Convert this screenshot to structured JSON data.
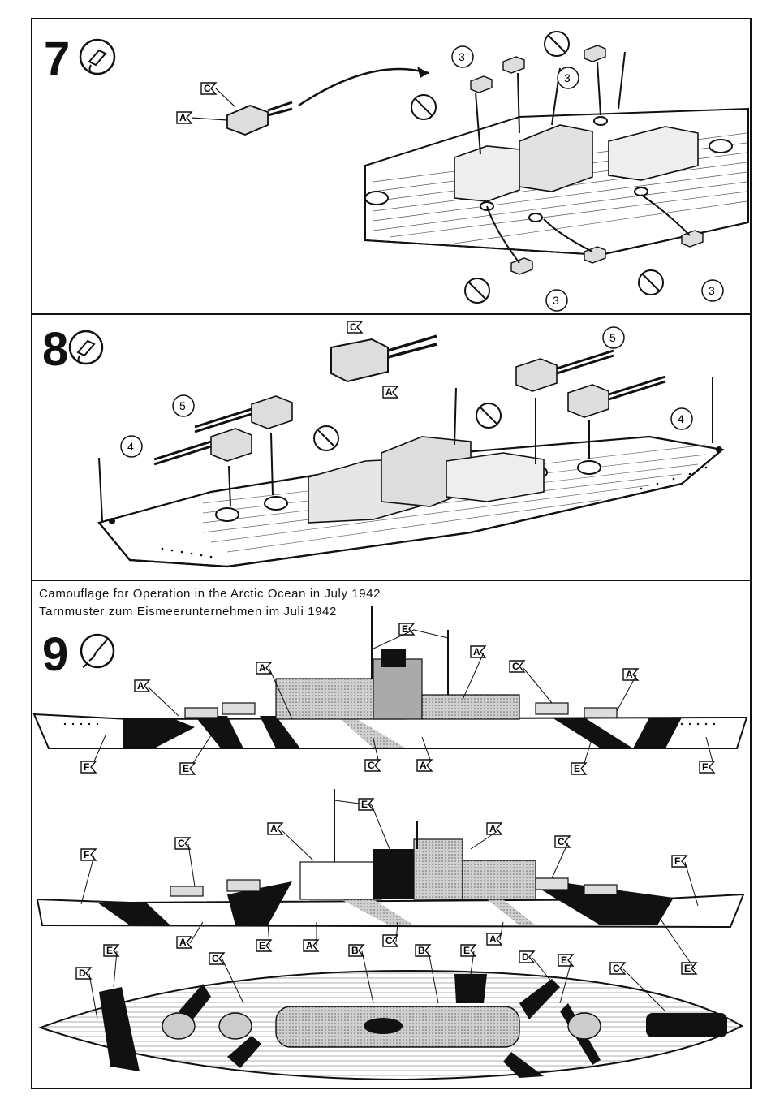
{
  "steps": {
    "s7": {
      "number": "7",
      "icon": "glue-icon"
    },
    "s8": {
      "number": "8",
      "icon": "glue-icon"
    },
    "s9": {
      "number": "9",
      "icon": "paint-brush-icon"
    }
  },
  "captions": {
    "en": "Camouflage for Operation in the Arctic Ocean in July 1942",
    "de": "Tarnmuster zum Eismeerunternehmen im Juli 1942"
  },
  "callouts": {
    "three": "3",
    "four": "4",
    "five": "5"
  },
  "tags": {
    "A": "A",
    "B": "B",
    "C": "C",
    "D": "D",
    "E": "E",
    "F": "F"
  }
}
